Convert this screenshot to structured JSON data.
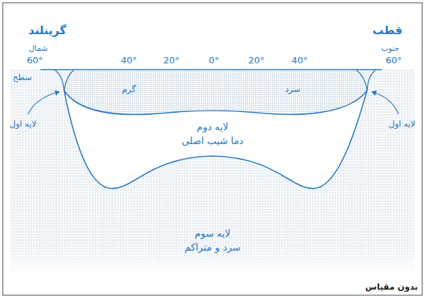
{
  "diagram": {
    "nodes": [
      {
        "text": [
          "لایه دوم",
          "دما شیب اصلی"
        ]
      },
      {
        "text": [
          "لایه سوم",
          "سرد و متراکم"
        ]
      }
    ],
    "labels": [
      "گرینلند",
      "قطب",
      "شمال",
      "جنوب",
      "60°",
      "40°",
      "20°",
      "0°",
      "20°",
      "40°",
      "60°",
      "سطح",
      "گرم",
      "سرد",
      "لایه اول",
      "لایه اول",
      "بدون مقیاس"
    ]
  }
}
